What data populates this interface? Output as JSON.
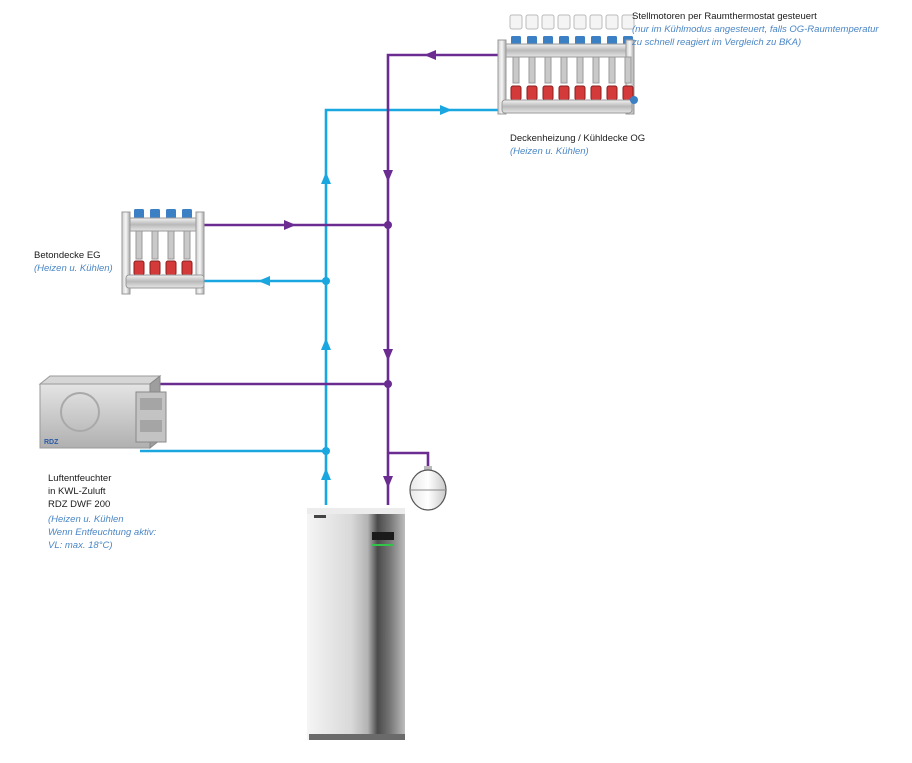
{
  "colors": {
    "supply": "#1aa7e0",
    "return": "#6b2c91",
    "note": "#4a86c5",
    "label": "#1a1a1a"
  },
  "labels": {
    "og_motors": {
      "title": "Stellmotoren per Raumthermostat gesteuert",
      "note_lines": [
        "(nur im Kühlmodus angesteuert, falls OG-Raumtemperatur",
        "zu schnell reagiert im Vergleich zu BKA)"
      ]
    },
    "og_ceiling": {
      "title": "Deckenheizung / Kühldecke OG",
      "note": "(Heizen  u. Kühlen)"
    },
    "eg_ceiling": {
      "title": "Betondecke EG",
      "note": "(Heizen  u. Kühlen)"
    },
    "dehumidifier": {
      "title_lines": [
        "Luftentfeuchter",
        "in KWL-Zuluft",
        "RDZ DWF 200"
      ],
      "note_lines": [
        "(Heizen  u. Kühlen",
        "Wenn Entfeuchtung aktiv:",
        "VL: max. 18°C)"
      ]
    }
  },
  "devices": {
    "dehumidifier_brand": "RDZ"
  }
}
